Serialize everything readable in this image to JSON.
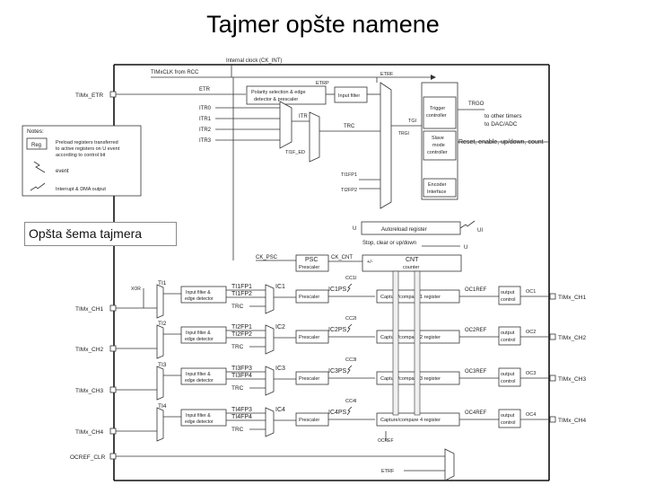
{
  "slide": {
    "title": "Tajmer opšte namene",
    "caption": "Opšta šema tajmera"
  },
  "diagram": {
    "notes": {
      "title": "Notes:",
      "reg_label": "Reg",
      "preload_text": [
        "Preload registers transferred",
        "to active registers on U event",
        "according to control bit"
      ],
      "event_text": "event",
      "interrupt_text": "Interrupt & DMA output"
    },
    "top": {
      "internal_clock": "Internal clock (CK_INT)",
      "clk_from_rcc": "TIMxCLK from RCC",
      "etr_pin": "TIMx_ETR",
      "etr": "ETR",
      "etrp": "ETRP",
      "etrf": "ETRF",
      "polarity_box": [
        "Polarity selection & edge",
        "detector & prescaler"
      ],
      "input_filter": "Input filter",
      "itr": [
        "ITR0",
        "ITR1",
        "ITR2",
        "ITR3"
      ],
      "itr_mux": "ITR",
      "trc": "TRC",
      "ti1f_ed": "TI1F_ED",
      "tgi": "TGI",
      "trgi": "TRGI",
      "trigger_controller": [
        "Trigger",
        "controller"
      ],
      "slave_controller": [
        "Slave",
        "mode",
        "controller"
      ],
      "encoder_interface": [
        "Encoder",
        "Interface"
      ],
      "trgo": "TRGO",
      "to_other_timers": [
        "to other timers",
        "to DAC/ADC"
      ],
      "reset_text": "Reset, enable, up/down, count",
      "ti1fp1": "TI1FP1",
      "ti2fp2": "TI2FP2"
    },
    "counter": {
      "u_label": "U",
      "ui_label": "UI",
      "autoreload": "Autoreload register",
      "stop_clear": "Stop, clear or up/down",
      "ck_psc": "CK_PSC",
      "psc": "PSC",
      "prescaler": "Prescaler",
      "ck_cnt": "CK_CNT",
      "cnt_plus_minus": "+/-",
      "cnt": "CNT",
      "cnt_counter": "counter"
    },
    "channels": [
      {
        "pin": "TIMx_CH1",
        "ti": "TI1",
        "xor": "XOR",
        "filter": [
          "Input filter &",
          "edge detector"
        ],
        "fps": [
          "TI1FP1",
          "TI1FP2"
        ],
        "trc": "TRC",
        "ic": "IC1",
        "prescaler": "Prescaler",
        "icps": "IC1PS",
        "cc": "CC1I",
        "ccr": "Capture/compare 1 register",
        "oc": "OC1REF",
        "output": [
          "output",
          "control"
        ],
        "out": "OC1",
        "outpin": "TIMx_CH1"
      },
      {
        "pin": "TIMx_CH2",
        "ti": "TI2",
        "xor": "",
        "filter": [
          "Input filter &",
          "edge detector"
        ],
        "fps": [
          "TI2FP1",
          "TI2FP2"
        ],
        "trc": "TRC",
        "ic": "IC2",
        "prescaler": "Prescaler",
        "icps": "IC2PS",
        "cc": "CC2I",
        "ccr": "Capture/compare 2 register",
        "oc": "OC2REF",
        "output": [
          "output",
          "control"
        ],
        "out": "OC2",
        "outpin": "TIMx_CH2"
      },
      {
        "pin": "TIMx_CH3",
        "ti": "TI3",
        "xor": "",
        "filter": [
          "Input filter &",
          "edge detector"
        ],
        "fps": [
          "TI3FP3",
          "TI3FP4"
        ],
        "trc": "TRC",
        "ic": "IC3",
        "prescaler": "Prescaler",
        "icps": "IC3PS",
        "cc": "CC3I",
        "ccr": "Capture/compare 3 register",
        "oc": "OC3REF",
        "output": [
          "output",
          "control"
        ],
        "out": "OC3",
        "outpin": "TIMx_CH3"
      },
      {
        "pin": "TIMx_CH4",
        "ti": "TI4",
        "xor": "",
        "filter": [
          "Input filter &",
          "edge detector"
        ],
        "fps": [
          "TI4FP3",
          "TI4FP4"
        ],
        "trc": "TRC",
        "ic": "IC4",
        "prescaler": "Prescaler",
        "icps": "IC4PS",
        "cc": "CC4I",
        "ccr": "Capture/compare 4 register",
        "oc": "OC4REF",
        "output": [
          "output",
          "control"
        ],
        "out": "OC4",
        "outpin": "TIMx_CH4"
      }
    ],
    "bottom": {
      "ocref_clr": "OCREF_CLR",
      "etrf": "ETRF",
      "ocref_small": "OCREF"
    }
  }
}
